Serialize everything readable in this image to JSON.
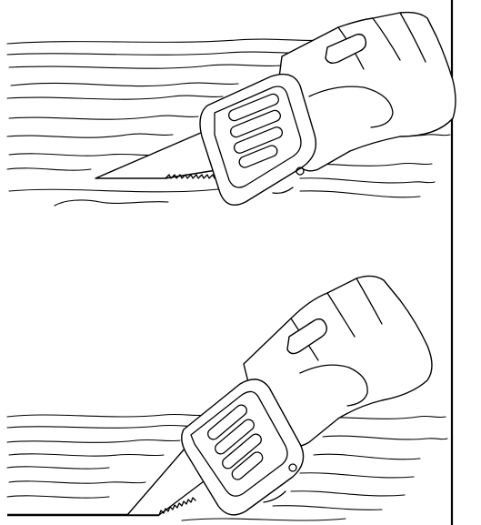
{
  "figure": {
    "panels": [
      {
        "step": "top",
        "action": "blade-angled-shallow"
      },
      {
        "step": "bottom",
        "action": "blade-angled-steep"
      }
    ],
    "colors": {
      "ink": "#000000",
      "paper": "#ffffff"
    }
  }
}
